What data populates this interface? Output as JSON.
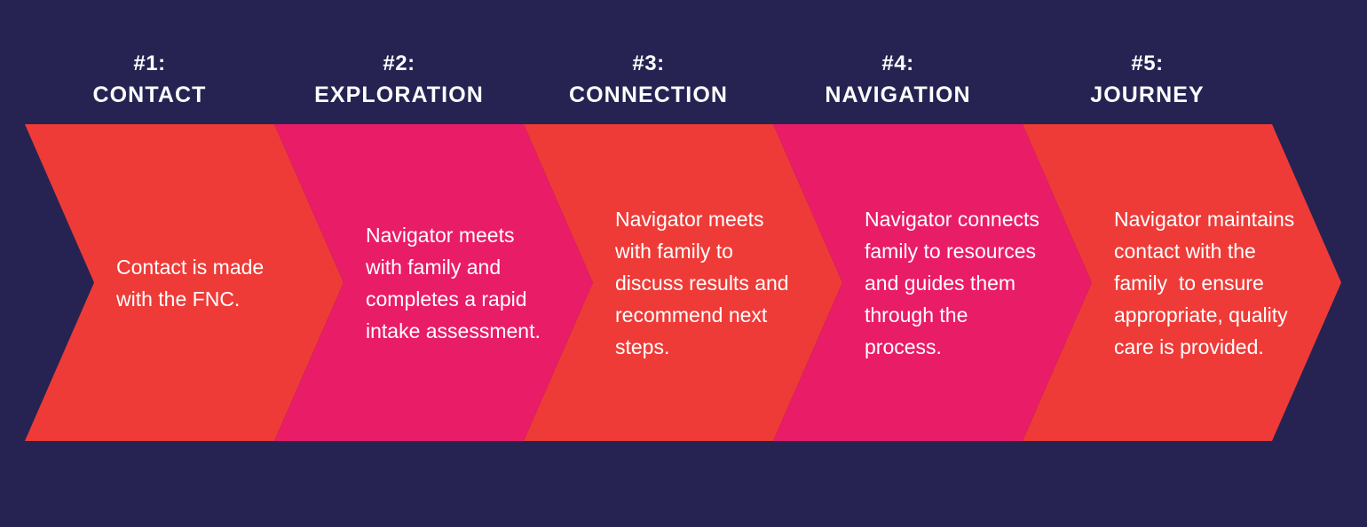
{
  "theme": {
    "background": "#262352",
    "color_a": "#EE3B38",
    "color_b": "#E91C67",
    "text": "#FFFFFF"
  },
  "diagram": {
    "type": "chevron-process-flow",
    "step_count": 5,
    "steps": [
      {
        "number": "#1:",
        "label": "CONTACT",
        "body": "Contact is made with the FNC.",
        "color": "#EE3B38"
      },
      {
        "number": "#2:",
        "label": "EXPLORATION",
        "body": "Navigator meets with family and completes a rapid intake assessment.",
        "color": "#E91C67"
      },
      {
        "number": "#3:",
        "label": "CONNECTION",
        "body": "Navigator meets with family to discuss results and recommend next steps.",
        "color": "#EE3B38"
      },
      {
        "number": "#4:",
        "label": "NAVIGATION",
        "body": "Navigator connects family to resources and guides them through the process.",
        "color": "#E91C67"
      },
      {
        "number": "#5:",
        "label": "JOURNEY",
        "body": "Navigator maintains contact with the family  to ensure appropriate, quality care is provided.",
        "color": "#EE3B38"
      }
    ]
  }
}
